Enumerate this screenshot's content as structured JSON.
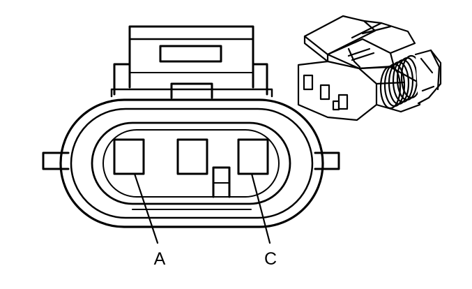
{
  "diagram": {
    "callouts": [
      {
        "id": "A",
        "label": "A"
      },
      {
        "id": "C",
        "label": "C"
      }
    ]
  }
}
